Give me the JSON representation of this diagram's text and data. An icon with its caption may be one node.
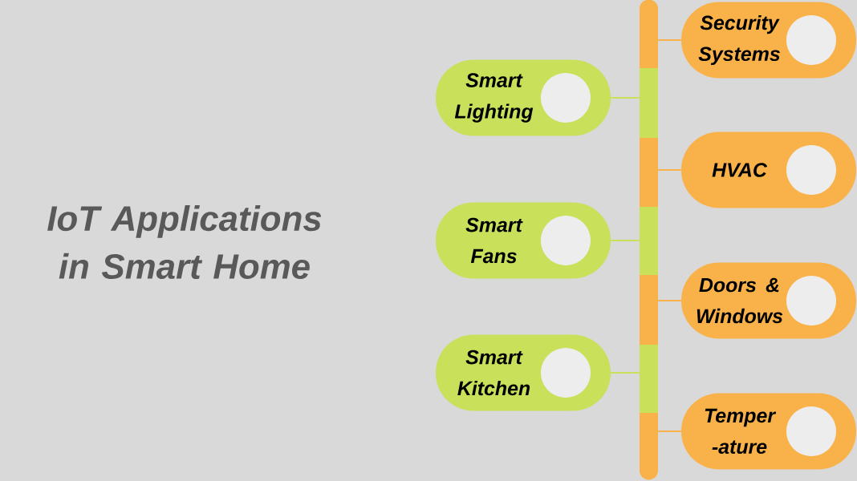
{
  "diagram": {
    "title": "IoT Applications in Smart Home",
    "nodes": [
      {
        "text": [],
        "shape": "bar"
      },
      {
        "text": [
          "Security Systems"
        ]
      },
      {
        "text": [
          "Smart Lighting"
        ]
      },
      {
        "text": [
          "HVAC"
        ]
      },
      {
        "text": [
          "Smart Fans"
        ]
      },
      {
        "text": [
          "Doors & Windows"
        ]
      },
      {
        "text": [
          "Smart Kitchen"
        ]
      },
      {
        "text": [
          "Temper -ature"
        ]
      }
    ],
    "edges": [
      {
        "from": 1,
        "to": 0,
        "arrow": "none"
      },
      {
        "from": 2,
        "to": 0,
        "arrow": "none",
        "color": "#c8e05a"
      },
      {
        "from": 3,
        "to": 0,
        "arrow": "none"
      },
      {
        "from": 4,
        "to": 0,
        "arrow": "none",
        "color": "#c8e05a"
      },
      {
        "from": 5,
        "to": 0,
        "arrow": "none"
      },
      {
        "from": 6,
        "to": 0,
        "arrow": "none",
        "color": "#c8e05a"
      },
      {
        "from": 7,
        "to": 0,
        "arrow": "none"
      }
    ]
  }
}
